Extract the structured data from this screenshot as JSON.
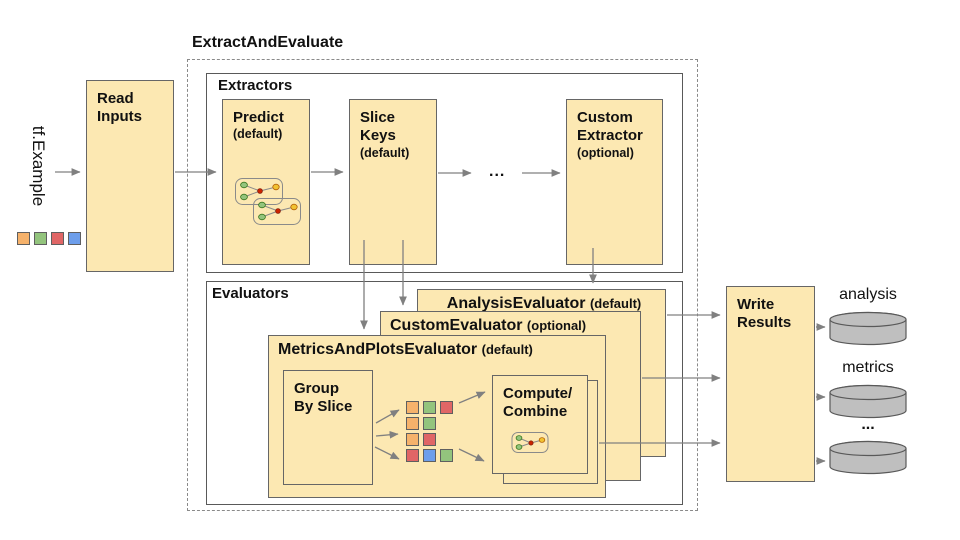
{
  "palette": {
    "box_fill": "#FCE8B2",
    "box_border": "#666666",
    "container_border": "#595959",
    "arrow": "#808080",
    "cylinder_fill": "#BFBFBF",
    "orange": "#F6B26B",
    "green": "#93C47D",
    "red": "#E06666",
    "blue": "#6D9EEB",
    "node_green": "#93C47D",
    "node_red": "#CC2200",
    "node_yellow": "#F1C232"
  },
  "input": {
    "label": "tf.Example",
    "legend": [
      "orange",
      "green",
      "red",
      "blue"
    ]
  },
  "pipeline": {
    "read_inputs_title": "Read\nInputs",
    "container_title": "ExtractAndEvaluate",
    "extractors": {
      "label": "Extractors",
      "predict": {
        "name": "Predict",
        "qualifier": "(default)"
      },
      "slice_keys": {
        "name": "Slice\nKeys",
        "qualifier": "(default)"
      },
      "ellipsis": "...",
      "custom_extractor": {
        "name": "Custom\nExtractor",
        "qualifier": "(optional)"
      }
    },
    "evaluators": {
      "label": "Evaluators",
      "analysis_evaluator": {
        "name": "AnalysisEvaluator",
        "qualifier": "(default)"
      },
      "custom_evaluator": {
        "name": "CustomEvaluator",
        "qualifier": "(optional)"
      },
      "metrics_evaluator": {
        "name": "MetricsAndPlotsEvaluator",
        "qualifier": "(default)"
      },
      "group_by_slice_title": "Group\nBy Slice",
      "compute_combine_title": "Compute/\nCombine",
      "slice_rows": [
        [
          "orange",
          "green",
          "red"
        ],
        [
          "orange",
          "green"
        ],
        [
          "orange",
          "red"
        ],
        [
          "red",
          "blue",
          "green"
        ]
      ]
    },
    "write_results_title": "Write\nResults"
  },
  "outputs": {
    "items": [
      {
        "label": "analysis"
      },
      {
        "label": "metrics"
      },
      {
        "label": "..."
      }
    ]
  }
}
